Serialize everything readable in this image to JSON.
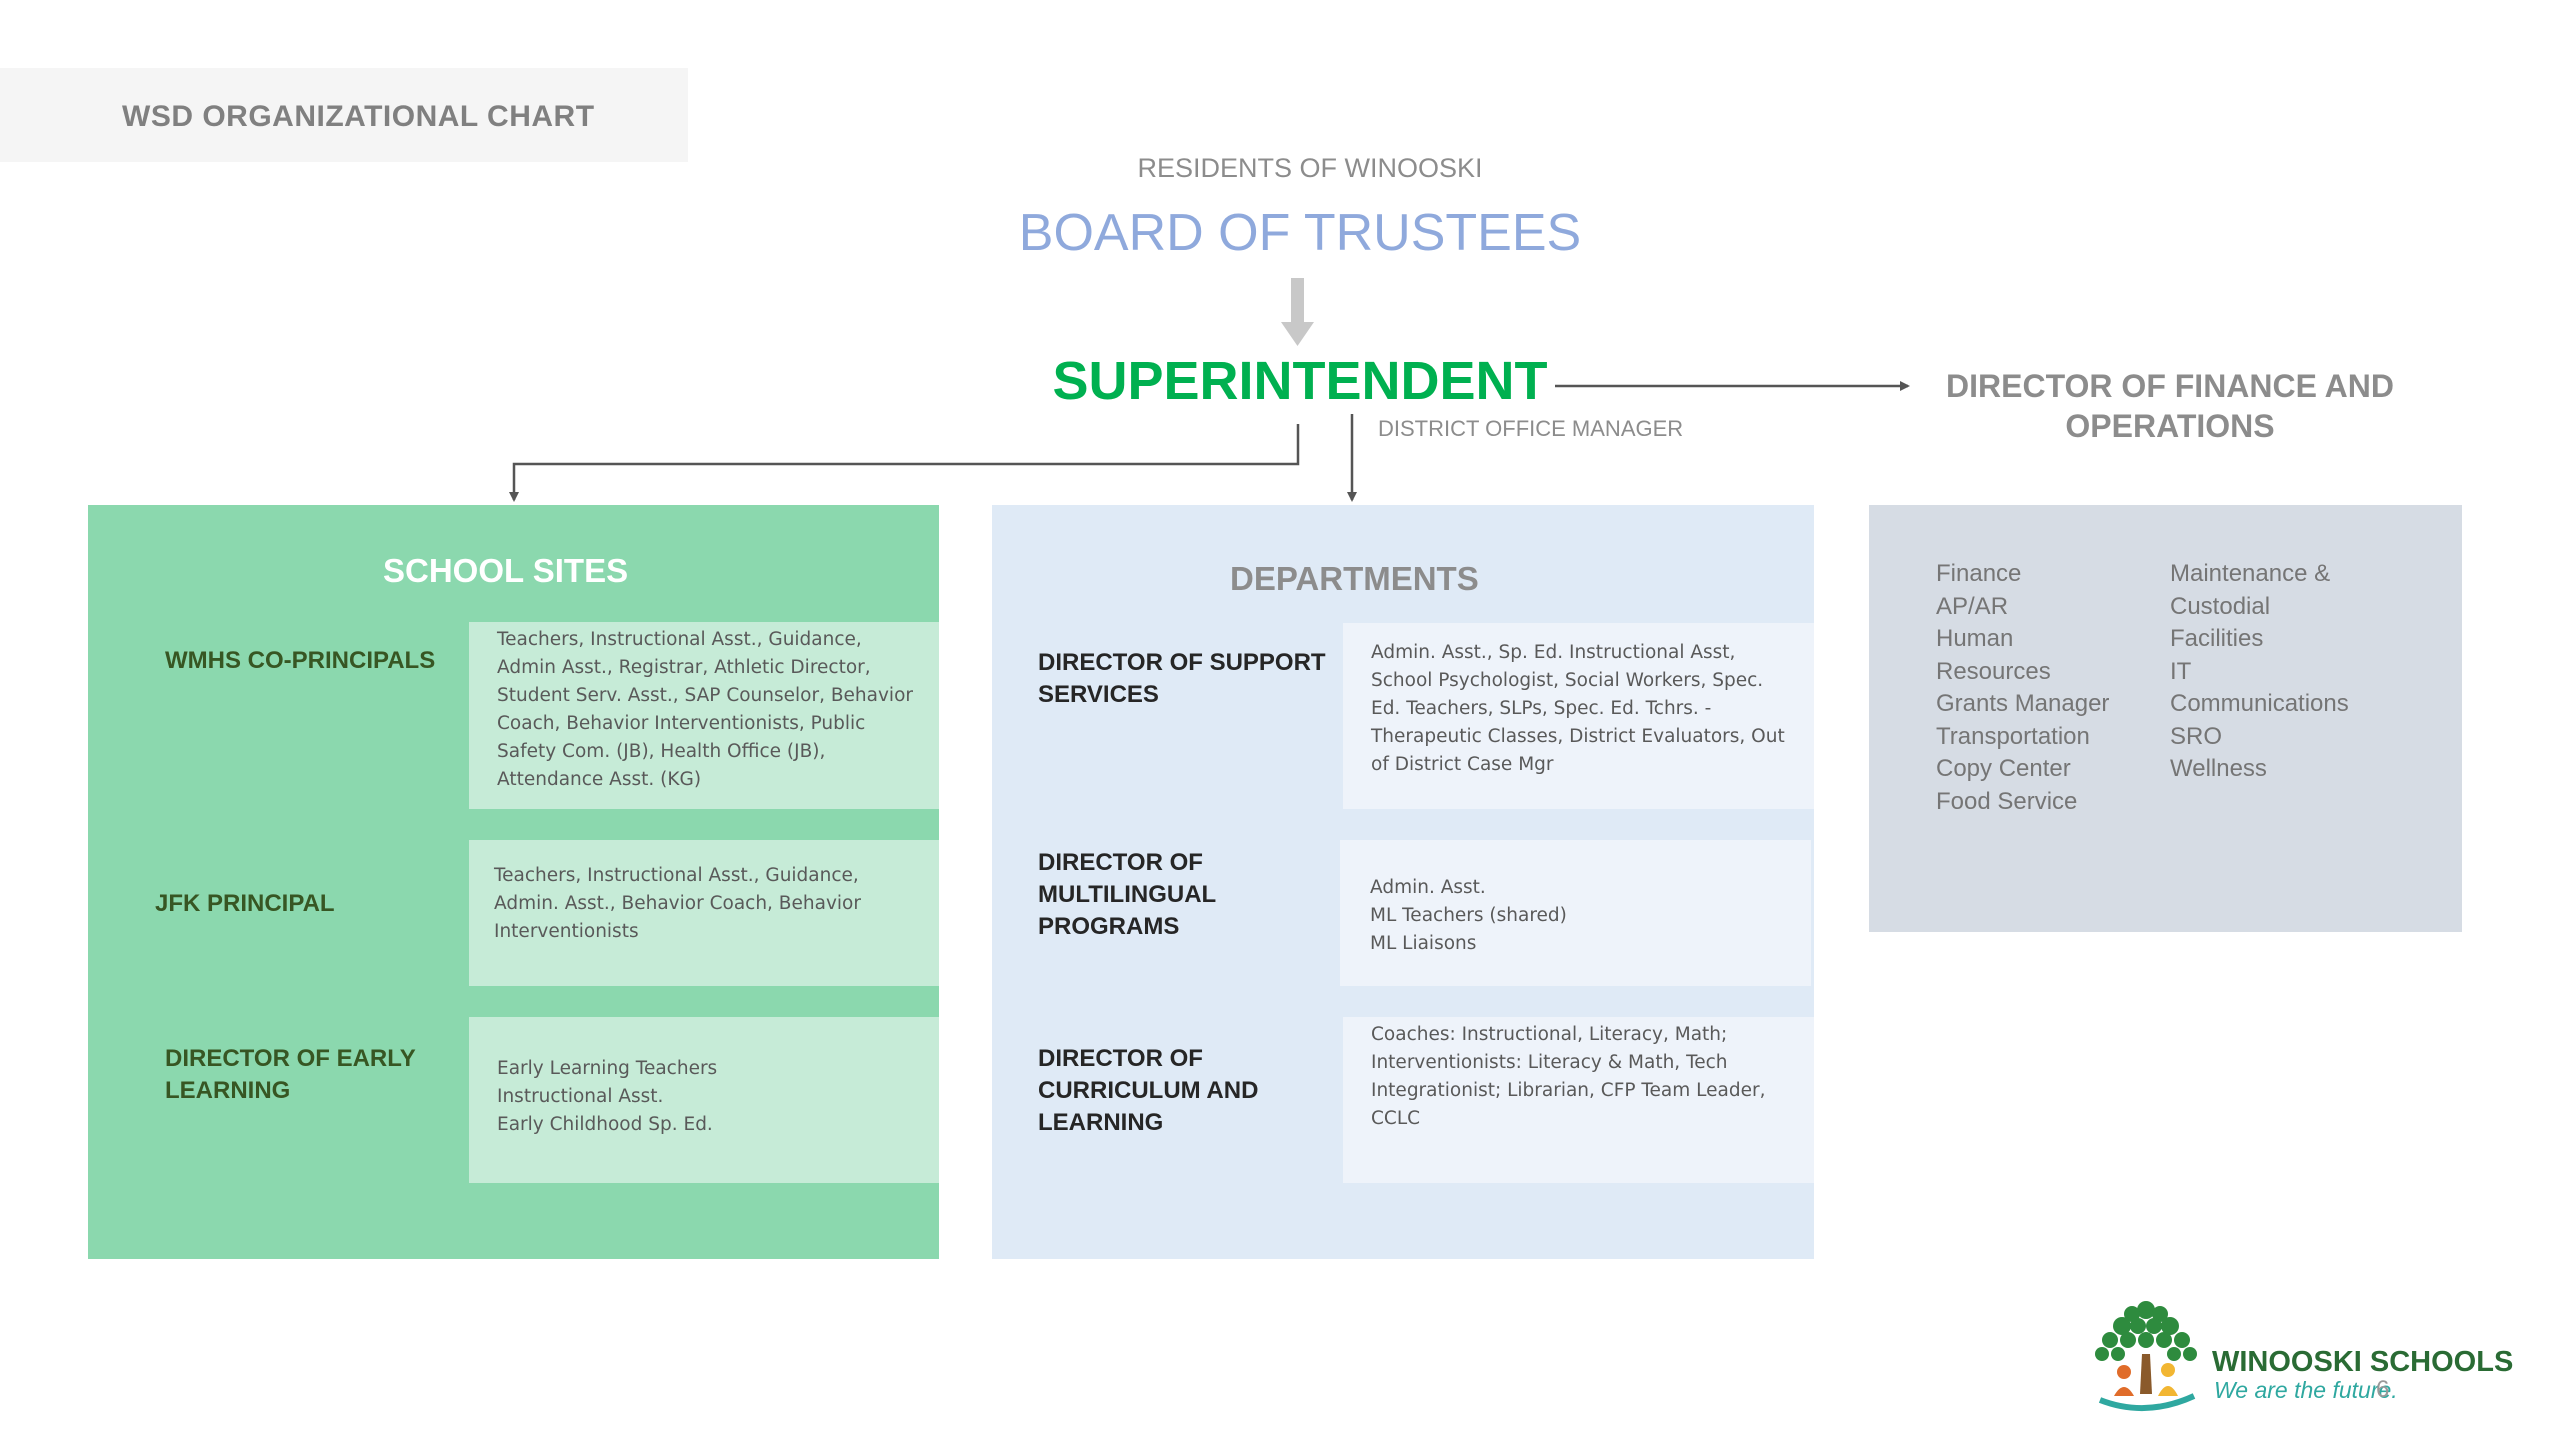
{
  "header": {
    "title": "WSD ORGANIZATIONAL CHART"
  },
  "top": {
    "residents": "RESIDENTS OF WINOOSKI",
    "board": "BOARD OF TRUSTEES",
    "superintendent": "SUPERINTENDENT",
    "office_manager": "DISTRICT OFFICE MANAGER",
    "finance_director": "DIRECTOR OF FINANCE AND OPERATIONS"
  },
  "school_sites": {
    "title": "SCHOOL SITES",
    "rows": [
      {
        "role": "WMHS CO-PRINCIPALS",
        "staff": "Teachers, Instructional Asst., Guidance, Admin Asst., Registrar, Athletic Director, Student Serv. Asst., SAP Counselor, Behavior Coach, Behavior Interventionists, Public Safety Com. (JB), Health Office (JB), Attendance Asst. (KG)"
      },
      {
        "role": "JFK PRINCIPAL",
        "staff": "Teachers, Instructional Asst., Guidance, Admin. Asst., Behavior Coach, Behavior Interventionists"
      },
      {
        "role": "DIRECTOR OF EARLY LEARNING",
        "staff": [
          "Early Learning Teachers",
          "Instructional Asst.",
          "Early Childhood Sp. Ed."
        ]
      }
    ]
  },
  "departments": {
    "title": "DEPARTMENTS",
    "rows": [
      {
        "role": "DIRECTOR OF SUPPORT SERVICES",
        "staff": "Admin. Asst., Sp. Ed. Instructional Asst, School Psychologist, Social Workers, Spec. Ed. Teachers, SLPs, Spec. Ed. Tchrs. - Therapeutic Classes, District Evaluators, Out of District Case Mgr"
      },
      {
        "role": "DIRECTOR OF MULTILINGUAL PROGRAMS",
        "staff": [
          "Admin. Asst.",
          "ML Teachers (shared)",
          "ML Liaisons"
        ]
      },
      {
        "role": "DIRECTOR OF CURRICULUM AND LEARNING",
        "staff": "Coaches: Instructional, Literacy, Math; Interventionists: Literacy & Math, Tech Integrationist; Librarian, CFP Team Leader, CCLC"
      }
    ]
  },
  "finance": {
    "left_column": [
      "Finance",
      "AP/AR",
      "Human",
      "Resources",
      "Grants Manager",
      "Transportation",
      "Copy Center",
      "Food Service"
    ],
    "right_column": [
      "Maintenance &",
      "Custodial",
      "Facilities",
      "IT",
      "Communications",
      "SRO",
      "Wellness"
    ]
  },
  "logo": {
    "name": "WINOOSKI SCHOOLS",
    "tagline": "We are the future.",
    "icon": "tree-with-people-icon"
  },
  "page_number": "6",
  "colors": {
    "school_panel": "#8bd8ae",
    "school_inner": "#c6ebd7",
    "departments_panel": "#dfeaf6",
    "finance_panel": "#d6dce4",
    "superintendent": "#00b050",
    "board": "#8fa9dc"
  }
}
